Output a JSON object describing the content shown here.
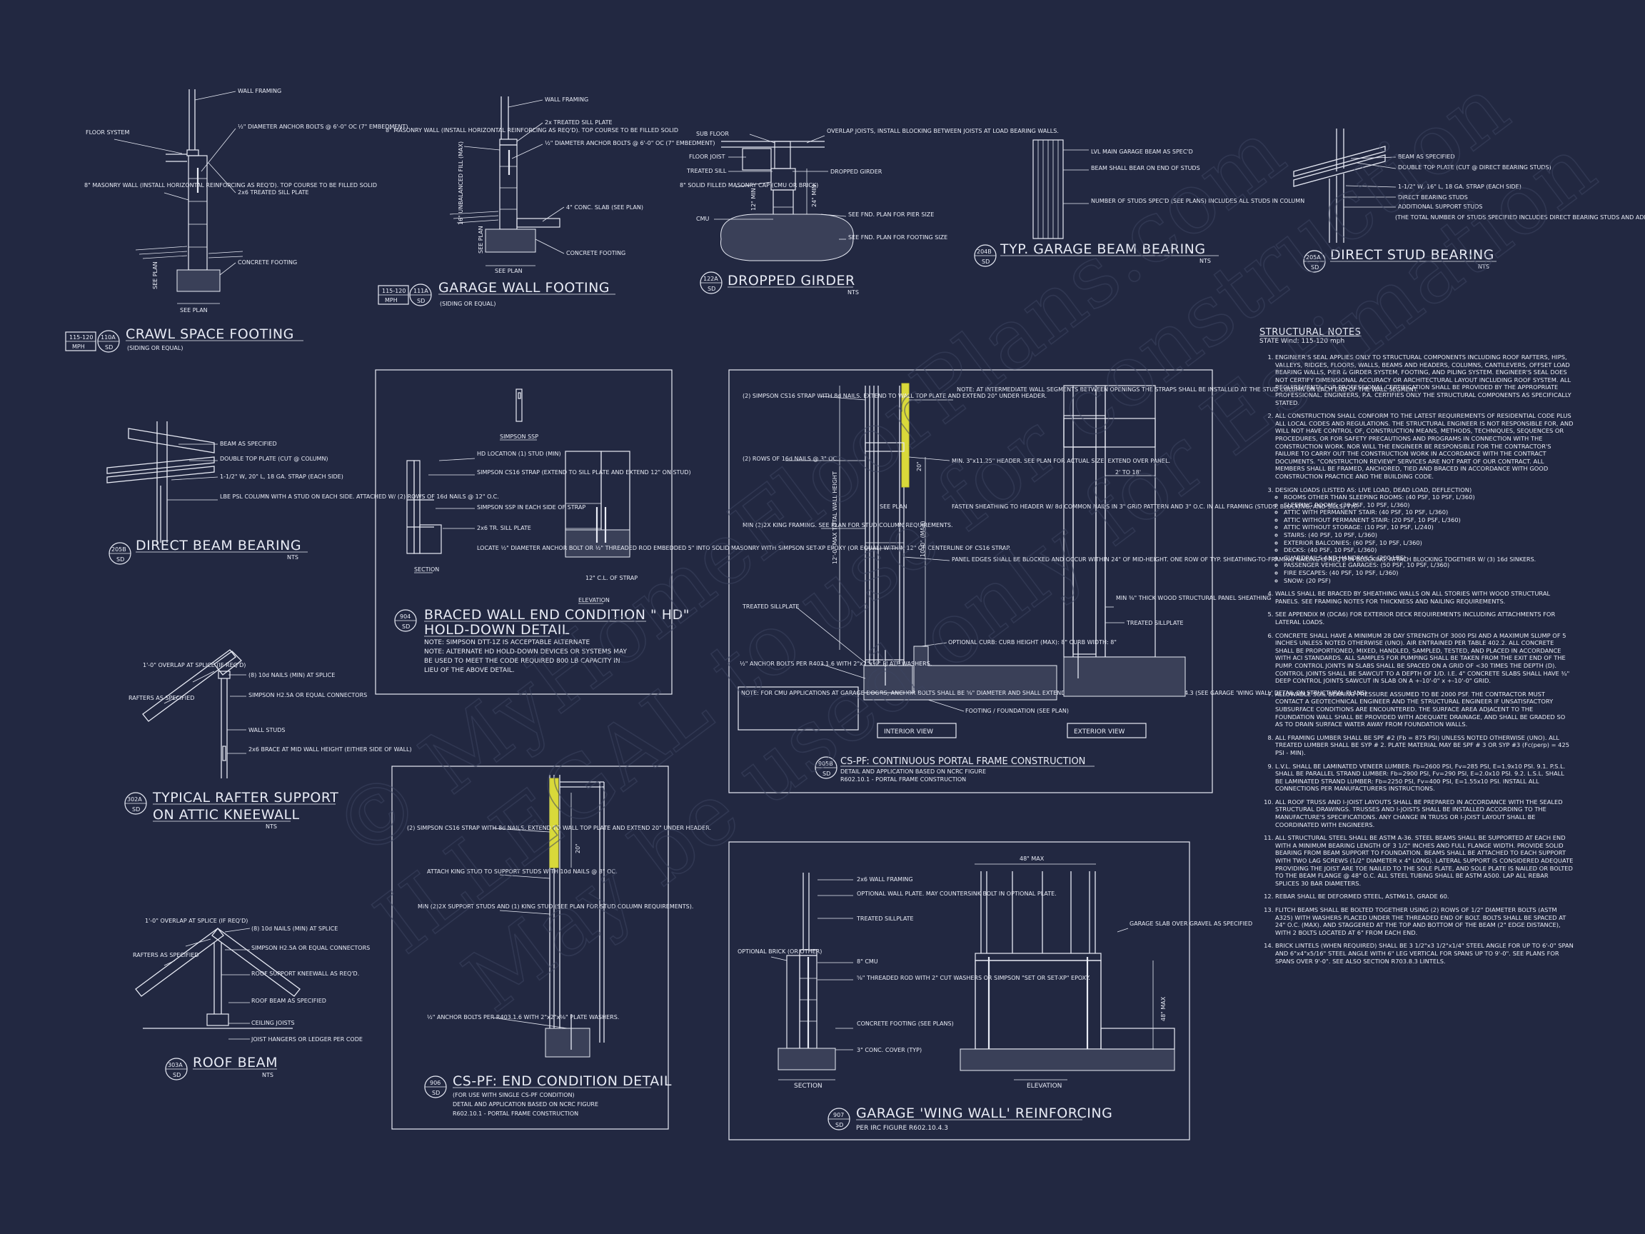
{
  "details": {
    "crawl": {
      "num": "110A",
      "sheet": "SD",
      "wind": "115-120",
      "wind_unit": "MPH",
      "title": "CRAWL SPACE FOOTING",
      "subtitle": "(SIDING OR EQUAL)",
      "labels": {
        "wall_framing": "WALL FRAMING",
        "floor_system": "FLOOR SYSTEM",
        "anchor": "½\" DIAMETER ANCHOR BOLTS @ 6'-0\" OC (7\" EMBEDMENT)",
        "masonry": "8\" MASONRY WALL (INSTALL HORIZONTAL REINFORCING AS REQ'D). TOP COURSE TO BE FILLED SOLID",
        "sill": "2x6 TREATED SILL PLATE",
        "footing": "CONCRETE FOOTING",
        "see_plan": "SEE PLAN",
        "see_plan_bottom": "SEE PLAN"
      }
    },
    "garage_footing": {
      "num": "111A",
      "sheet": "SD",
      "wind": "115-120",
      "wind_unit": "MPH",
      "title": "GARAGE WALL FOOTING",
      "subtitle": "(SIDING OR EQUAL)",
      "labels": {
        "masonry": "8\" MASONRY WALL (INSTALL HORIZONTAL REINFORCING AS REQ'D). TOP COURSE TO BE FILLED SOLID",
        "wall_framing": "WALL FRAMING",
        "sill": "2x TREATED SILL PLATE",
        "anchor": "½\" DIAMETER ANCHOR BOLTS @ 6'-0\" OC (7\" EMBEDMENT)",
        "slab": "4\" CONC. SLAB (SEE PLAN)",
        "footing": "CONCRETE FOOTING",
        "unbalanced": "16\" UNBALANCED FILL (MAX)",
        "see_plan": "SEE PLAN",
        "see_plan_bottom": "SEE PLAN"
      }
    },
    "girder": {
      "num": "122A",
      "sheet": "SD",
      "title": "DROPPED GIRDER",
      "nts": "NTS",
      "labels": {
        "sub_floor": "SUB FLOOR",
        "floor_joist": "FLOOR JOIST",
        "sill": "TREATED SILL",
        "masonry_cap": "8\" SOLID FILLED MASONRY CAP (CMU OR BRICK)",
        "cmu": "CMU",
        "overlap": "OVERLAP JOISTS, INSTALL BLOCKING BETWEEN JOISTS AT LOAD BEARING WALLS.",
        "dropped": "DROPPED GIRDER",
        "pier": "SEE FND. PLAN FOR PIER SIZE",
        "footing": "SEE FND. PLAN FOR FOOTING SIZE",
        "min24": "24\" MIN",
        "min12": "12\" MIN"
      }
    },
    "garage_beam": {
      "num": "204B",
      "sheet": "SD",
      "title": "TYP. GARAGE BEAM BEARING",
      "nts": "NTS",
      "labels": {
        "lvl": "LVL MAIN GARAGE BEAM AS SPEC'D",
        "bear": "BEAM SHALL BEAR ON END OF STUDS",
        "studs": "NUMBER OF STUDS SPEC'D (SEE PLANS) INCLUDES ALL STUDS IN COLUMN"
      }
    },
    "direct_stud": {
      "num": "205A",
      "sheet": "SD",
      "title": "DIRECT STUD BEARING",
      "nts": "NTS",
      "labels": {
        "beam": "BEAM AS SPECIFIED",
        "top_plate": "DOUBLE TOP PLATE (CUT @ DIRECT BEARING STUDS)",
        "strap": "1-1/2\" W, 16\" L, 18 GA. STRAP (EACH SIDE)",
        "direct": "DIRECT BEARING STUDS",
        "additional": "ADDITIONAL SUPPORT STUDS",
        "total": "(THE TOTAL NUMBER OF STUDS SPECIFIED INCLUDES DIRECT BEARING STUDS AND ADDITIONAL STUDS)"
      }
    },
    "direct_beam": {
      "num": "205B",
      "sheet": "SD",
      "title": "DIRECT BEAM BEARING",
      "nts": "NTS",
      "labels": {
        "beam": "BEAM AS SPECIFIED",
        "top_plate": "DOUBLE TOP PLATE (CUT @ COLUMN)",
        "strap": "1-1/2\" W, 20\" L, 18 GA. STRAP (EACH SIDE)",
        "column": "LBE PSL COLUMN WITH A STUD ON EACH SIDE. ATTACHED W/ (2) ROWS OF 16d NAILS @ 12\" O.C."
      }
    },
    "rafter": {
      "num": "302A",
      "sheet": "SD",
      "title_1": "TYPICAL RAFTER SUPPORT",
      "title_2": "ON ATTIC KNEEWALL",
      "nts": "NTS",
      "labels": {
        "overlap": "1'-0\" OVERLAP AT SPLICE (IF REQ'D)",
        "rafters": "RAFTERS AS SPECIFIED",
        "nails": "(8) 10d NAILS (MIN) AT SPLICE",
        "simpson": "SIMPSON H2.5A OR EQUAL CONNECTORS",
        "studs": "WALL STUDS",
        "brace": "2x6 BRACE AT MID WALL HEIGHT (EITHER SIDE OF WALL)"
      }
    },
    "roof_beam": {
      "num": "303A",
      "sheet": "SD",
      "title": "ROOF BEAM",
      "nts": "NTS",
      "labels": {
        "overlap": "1'-0\" OVERLAP AT SPLICE (IF REQ'D)",
        "rafters": "RAFTERS AS SPECIFIED",
        "nails": "(8) 10d NAILS (MIN) AT SPLICE",
        "simpson": "SIMPSON H2.5A OR EQUAL CONNECTORS",
        "kneewall": "ROOF SUPPORT KNEEWALL AS REQ'D.",
        "roof_beam": "ROOF BEAM AS SPECIFIED",
        "ceiling": "CEILING JOISTS",
        "hangers": "JOIST HANGERS OR LEDGER PER CODE"
      }
    },
    "braced": {
      "num": "904",
      "sheet": "SD",
      "title_1": "BRACED WALL END CONDITION \" HD\"",
      "title_2": "HOLD-DOWN DETAIL",
      "note_1": "NOTE: SIMPSON DTT-1Z IS ACCEPTABLE ALTERNATE",
      "note_2": "NOTE: ALTERNATE HD HOLD-DOWN DEVICES OR SYSTEMS MAY",
      "note_3": "BE USED TO MEET THE CODE REQUIRED 800 LB CAPACITY IN",
      "note_4": "LIEU OF THE ABOVE DETAIL.",
      "labels": {
        "ssp": "SIMPSON SSP",
        "hd": "HD LOCATION (1) STUD (MIN)",
        "cs16": "SIMPSON CS16 STRAP (EXTEND TO SILL PLATE AND EXTEND 12\" ON STUD)",
        "ssp_each": "SIMPSON SSP IN EACH SIDE OF STRAP",
        "sill": "2x6 TR. SILL PLATE",
        "locate": "LOCATE ½\" DIAMETER ANCHOR BOLT OR ½\" THREADED ROD EMBEDDED 5\" INTO SOLID MASONRY WITH SIMPSON SET-XP EPOXY (OR EQUAL) WITHIN 12\" OF CENTERLINE OF CS16 STRAP.",
        "section": "SECTION",
        "elevation": "ELEVATION",
        "twelve": "12\" C.L. OF STRAP"
      }
    },
    "portal": {
      "num": "905B",
      "sheet": "SD",
      "title": "CS-PF: CONTINUOUS PORTAL FRAME CONSTRUCTION",
      "sub_1": "DETAIL AND APPLICATION BASED ON NCRC FIGURE",
      "sub_2": "R602.10.1 - PORTAL FRAME CONSTRUCTION",
      "labels": {
        "cs16": "(2) SIMPSON CS16 STRAP WITH 8d NAILS. EXTEND TO WALL TOP PLATE AND EXTEND 20\" UNDER HEADER.",
        "rows": "(2) ROWS OF 16d NAILS @ 3\" OC.",
        "min2": "MIN (2)2X KING FRAMING. SEE PLAN FOR STUD COLUMN REQUIREMENTS.",
        "sillplate": "TREATED SILLPLATE",
        "anchor": "½\" ANCHOR BOLTS PER R403.1.6 WITH 2\"x2\"x⅛\" PLATE WASHERS.",
        "note_cmu": "NOTE: FOR CMU APPLICATIONS AT GARAGE DOORS, ANCHOR BOLTS SHALL BE ⅝\" DIAMETER AND SHALL EXTEND TO FOOTING PER NCRC FIGURE R602.10.4.3 (SEE GARAGE 'WING WALL' DETAIL ON STRUCTURAL PLANS)",
        "note_int": "NOTE: AT INTERMEDIATE WALL SEGMENTS BETWEEN OPENINGS THE STRAPS SHALL BE INSTALLED AT THE STUD COLUMN ON EACH END OF THE WALL SEGMENT.",
        "header": "MIN. 3\"x11.25\" HEADER. SEE PLAN FOR ACTUAL SIZE. EXTEND OVER PANEL.",
        "fasten": "FASTEN SHEATHING TO HEADER W/ 8d COMMON NAILS IN 3\" GRID PATTERN AND 3\" O.C. IN ALL FRAMING (STUDS, BLOCKING, AND SILLS) TYP.",
        "panel": "PANEL EDGES SHALL BE BLOCKED AND OCCUR WITHIN 24\" OF MID-HEIGHT. ONE ROW OF TYP. SHEATHING-TO-FRAMING NAILING IS REQ'D IN BLOCKING. ATTACH BLOCKING TOGETHER W/ (3) 16d SINKERS.",
        "optional_curb": "OPTIONAL CURB: CURB HEIGHT (MAX): 8\" CURB WIDTH: 8\"",
        "footing": "FOOTING / FOUNDATION (SEE PLAN)",
        "sheathing": "MIN ⅜\" THICK WOOD STRUCTURAL PANEL SHEATHING",
        "sillplate2": "TREATED SILLPLATE",
        "two18": "2' TO 18'",
        "see_plan": "SEE PLAN",
        "ten_max": "10'-0\" (MAX)",
        "twelve_max": "12'-0\" MAX TOTAL WALL HEIGHT",
        "twenty": "20\"",
        "interior": "INTERIOR VIEW",
        "exterior": "EXTERIOR VIEW"
      }
    },
    "end_cond": {
      "num": "906",
      "sheet": "SD",
      "title": "CS-PF: END CONDITION DETAIL",
      "sub_1": "(FOR USE WITH SINGLE CS-PF CONDITION)",
      "sub_2": "DETAIL AND APPLICATION BASED ON NCRC FIGURE",
      "sub_3": "R602.10.1 - PORTAL FRAME CONSTRUCTION",
      "labels": {
        "cs16": "(2) SIMPSON CS16 STRAP WITH 8d NAILS. EXTEND TO WALL TOP PLATE AND EXTEND 20\" UNDER HEADER.",
        "king": "ATTACH KING STUD TO SUPPORT STUDS WITH 10d NAILS @ 8\" OC.",
        "min2": "MIN (2)2X SUPPORT STUDS AND (1) KING STUD (SEE PLAN FOR STUD COLUMN REQUIREMENTS).",
        "anchor": "½\" ANCHOR BOLTS PER R403.1.6 WITH 2\"x2\"x⅛\" PLATE WASHERS.",
        "twenty": "20\""
      }
    },
    "wing": {
      "num": "907",
      "sheet": "SD",
      "title": "GARAGE 'WING WALL' REINFORCING",
      "sub": "PER IRC FIGURE R602.10.4.3",
      "labels": {
        "framing": "2x6 WALL FRAMING",
        "optional_plate": "OPTIONAL WALL PLATE. MAY COUNTERSINK BOLT IN OPTIONAL PLATE.",
        "sillplate": "TREATED SILLPLATE",
        "brick": "OPTIONAL BRICK (OR OTHER)",
        "cmu": "8\" CMU",
        "rod": "⅝\" THREADED ROD WITH 2\" CUT WASHERS OR SIMPSON \"SET OR SET-XP\" EPOXY.",
        "footing": "CONCRETE FOOTING (SEE PLANS)",
        "cover": "3\" CONC. COVER (TYP)",
        "slab": "GARAGE SLAB OVER GRAVEL AS SPECIFIED",
        "max48": "48\" MAX",
        "max48v": "48\" MAX",
        "section": "SECTION",
        "elevation": "ELEVATION"
      }
    }
  },
  "structural_notes": {
    "title": "STRUCTURAL NOTES",
    "state": "STATE Wind: 115-120 mph",
    "items": [
      "ENGINEER'S SEAL APPLIES ONLY TO STRUCTURAL COMPONENTS INCLUDING ROOF RAFTERS, HIPS, VALLEYS, RIDGES, FLOORS, WALLS, BEAMS AND HEADERS, COLUMNS, CANTILEVERS, OFFSET LOAD BEARING WALLS, PIER & GIRDER SYSTEM, FOOTING, AND PILING SYSTEM. ENGINEER'S SEAL DOES NOT CERTIFY DIMENSIONAL ACCURACY OR ARCHITECTURAL LAYOUT INCLUDING ROOF SYSTEM. ALL REQUIREMENTS FOR PROFESSIONAL CERTIFICATION SHALL BE PROVIDED BY THE APPROPRIATE PROFESSIONAL. ENGINEERS, P.A. CERTIFIES ONLY THE STRUCTURAL COMPONENTS AS SPECIFICALLY STATED.",
      "ALL CONSTRUCTION SHALL CONFORM TO THE LATEST REQUIREMENTS OF RESIDENTIAL CODE PLUS ALL LOCAL CODES AND REGULATIONS. THE STRUCTURAL ENGINEER IS NOT RESPONSIBLE FOR, AND WILL NOT HAVE CONTROL OF, CONSTRUCTION MEANS, METHODS, TECHNIQUES, SEQUENCES OR PROCEDURES, OR FOR SAFETY PRECAUTIONS AND PROGRAMS IN CONNECTION WITH THE CONSTRUCTION WORK. NOR WILL THE ENGINEER BE RESPONSIBLE FOR THE CONTRACTOR'S FAILURE TO CARRY OUT THE CONSTRUCTION WORK IN ACCORDANCE WITH THE CONTRACT DOCUMENTS. \"CONSTRUCTION REVIEW\" SERVICES ARE NOT PART OF OUR CONTRACT. ALL MEMBERS SHALL BE FRAMED, ANCHORED, TIED AND BRACED IN ACCORDANCE WITH GOOD CONSTRUCTION PRACTICE AND THE BUILDING CODE.",
      "DESIGN LOADS (LISTED AS: LIVE LOAD, DEAD LOAD, DEFLECTION)",
      "WALLS SHALL BE BRACED BY SHEATHING WALLS ON ALL STORIES WITH WOOD STRUCTURAL PANELS. SEE FRAMING NOTES FOR THICKNESS AND NAILING REQUIREMENTS.",
      "SEE APPENDIX M (DCA6) FOR EXTERIOR DECK REQUIREMENTS INCLUDING ATTACHMENTS FOR LATERAL LOADS.",
      "CONCRETE SHALL HAVE A MINIMUM 28 DAY STRENGTH OF 3000 PSI AND A MAXIMUM SLUMP OF 5 INCHES UNLESS NOTED OTHERWISE (UNO). AIR ENTRAINED PER TABLE 402.2. ALL CONCRETE SHALL BE PROPORTIONED, MIXED, HANDLED, SAMPLED, TESTED, AND PLACED IN ACCORDANCE WITH ACI STANDARDS. ALL SAMPLES FOR PUMPING SHALL BE TAKEN FROM THE EXIT END OF THE PUMP. CONTROL JOINTS IN SLABS SHALL BE SPACED ON A GRID OF <30 TIMES THE DEPTH (D). CONTROL JOINTS SHALL BE SAWCUT TO A DEPTH OF 1/D. I.E. 4\" CONCRETE SLABS SHALL HAVE ¾\" DEEP CONTROL JOINTS SAWCUT IN SLAB ON A +-10'-0\" x +-10'-0\" GRID.",
      "ALLOWABLE SOIL BEARING PRESSURE ASSUMED TO BE 2000 PSF. THE CONTRACTOR MUST CONTACT A GEOTECHNICAL ENGINEER AND THE STRUCTURAL ENGINEER IF UNSATISFACTORY SUBSURFACE CONDITIONS ARE ENCOUNTERED. THE SURFACE AREA ADJACENT TO THE FOUNDATION WALL SHALL BE PROVIDED WITH ADEQUATE DRAINAGE, AND SHALL BE GRADED SO AS TO DRAIN SURFACE WATER AWAY FROM FOUNDATION WALLS.",
      "ALL FRAMING LUMBER SHALL BE SPF #2 (Fb = 875 PSI) UNLESS NOTED OTHERWISE (UNO). ALL TREATED LUMBER SHALL BE SYP # 2. PLATE MATERIAL MAY BE SPF # 3 OR SYP #3 (Fc(perp) = 425 PSI - MIN).",
      "L.V.L. SHALL BE LAMINATED VENEER LUMBER: Fb=2600 PSI, Fv=285 PSI, E=1.9x10 PSI. 9.1. P.S.L. SHALL BE PARALLEL STRAND LUMBER: Fb=2900 PSI, Fv=290 PSI, E=2.0x10 PSI. 9.2. L.S.L. SHALL BE LAMINATED STRAND LUMBER: Fb=2250 PSI, Fv=400 PSI, E=1.55x10 PSI. INSTALL ALL CONNECTIONS PER MANUFACTURERS INSTRUCTIONS.",
      "ALL ROOF TRUSS AND I-JOIST LAYOUTS SHALL BE PREPARED IN ACCORDANCE WITH THE SEALED STRUCTURAL DRAWINGS. TRUSSES AND I-JOISTS SHALL BE INSTALLED ACCORDING TO THE MANUFACTURE'S SPECIFICATIONS. ANY CHANGE IN TRUSS OR I-JOIST LAYOUT SHALL BE COORDINATED WITH ENGINEERS.",
      "ALL STRUCTURAL STEEL SHALL BE ASTM A-36. STEEL BEAMS SHALL BE SUPPORTED AT EACH END WITH A MINIMUM BEARING LENGTH OF 3 1/2\" INCHES AND FULL FLANGE WIDTH. PROVIDE SOLID BEARING FROM BEAM SUPPORT TO FOUNDATION. BEAMS SHALL BE ATTACHED TO EACH SUPPORT WITH TWO LAG SCREWS (1/2\" DIAMETER x 4\" LONG). LATERAL SUPPORT IS CONSIDERED ADEQUATE PROVIDING THE JOIST ARE TOE NAILED TO THE SOLE PLATE, AND SOLE PLATE IS NAILED OR BOLTED TO THE BEAM FLANGE @ 48\" O.C. ALL STEEL TUBING SHALL BE ASTM A500. LAP ALL REBAR SPLICES 30 BAR DIAMETERS.",
      "REBAR SHALL BE DEFORMED STEEL, ASTM615, GRADE 60.",
      "FLITCH BEAMS SHALL BE BOLTED TOGETHER USING (2) ROWS OF 1/2\" DIAMETER BOLTS (ASTM A325) WITH WASHERS PLACED UNDER THE THREADED END OF BOLT. BOLTS SHALL BE SPACED AT 24\" O.C. (MAX). AND STAGGERED AT THE TOP AND BOTTOM OF THE BEAM (2\" EDGE DISTANCE), WITH 2 BOLTS LOCATED AT 6\" FROM EACH END.",
      "BRICK LINTELS (WHEN REQUIRED) SHALL BE 3 1/2\"x3 1/2\"x1/4\" STEEL ANGLE FOR UP TO 6'-0\" SPAN AND 6\"x4\"x5/16\" STEEL ANGLE WITH 6\" LEG VERTICAL FOR SPANS UP TO 9'-0\". SEE PLANS FOR SPANS OVER 9'-0\". SEE ALSO SECTION R703.8.3 LINTELS."
    ],
    "loads": [
      "ROOMS OTHER THAN SLEEPING ROOMS: (40 PSF, 10 PSF, L/360)",
      "SLEEPING ROOMS: (30 PSF, 10 PSF, L/360)",
      "ATTIC WITH PERMANENT STAIR: (40 PSF, 10 PSF, L/360)",
      "ATTIC WITHOUT PERMANENT STAIR: (20 PSF, 10 PSF, L/360)",
      "ATTIC WITHOUT STORAGE: (10 PSF, 10 PSF, L/240)",
      "STAIRS: (40 PSF, 10 PSF, L/360)",
      "EXTERIOR BALCONIES: (60 PSF, 10 PSF, L/360)",
      "DECKS: (40 PSF, 10 PSF, L/360)",
      "GUARDRAILS AND HANDRAILS: (200 LBS)",
      "PASSENGER VEHICLE GARAGES: (50 PSF, 10 PSF, L/360)",
      "FIRE ESCAPES: (40 PSF, 10 PSF, L/360)",
      "SNOW: (20 PSF)"
    ]
  },
  "watermark": {
    "line_1": "© MyHomeFloorPlans.com",
    "line_2": "ILLEGAL to use for construction",
    "line_3": "May be used only for Estimation"
  }
}
